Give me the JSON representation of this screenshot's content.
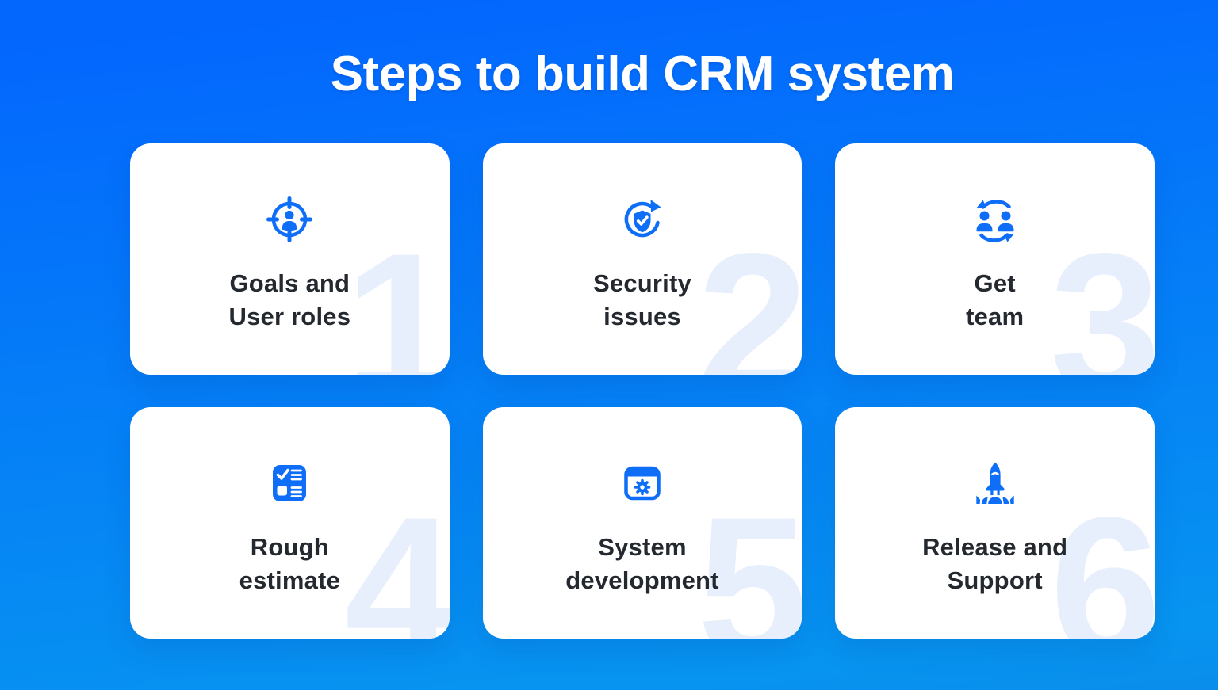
{
  "header": {
    "title": "Steps to build CRM system"
  },
  "colors": {
    "background_top": "#0367fe",
    "background_bottom": "#0794f0",
    "card": "#ffffff",
    "accent_icon": "#0e6ef8",
    "label_text": "#24282f",
    "watermark_number": "#e8effc",
    "title_text": "#ffffff"
  },
  "steps": [
    {
      "number": "1",
      "icon": "user-target-icon",
      "label_lines": [
        "Goals and",
        "User roles"
      ]
    },
    {
      "number": "2",
      "icon": "shield-refresh-icon",
      "label_lines": [
        "Security",
        "issues"
      ]
    },
    {
      "number": "3",
      "icon": "team-exchange-icon",
      "label_lines": [
        "Get",
        "team"
      ]
    },
    {
      "number": "4",
      "icon": "checklist-icon",
      "label_lines": [
        "Rough",
        "estimate"
      ]
    },
    {
      "number": "5",
      "icon": "window-gear-icon",
      "label_lines": [
        "System",
        "development"
      ]
    },
    {
      "number": "6",
      "icon": "rocket-launch-icon",
      "label_lines": [
        "Release and",
        "Support"
      ]
    }
  ]
}
